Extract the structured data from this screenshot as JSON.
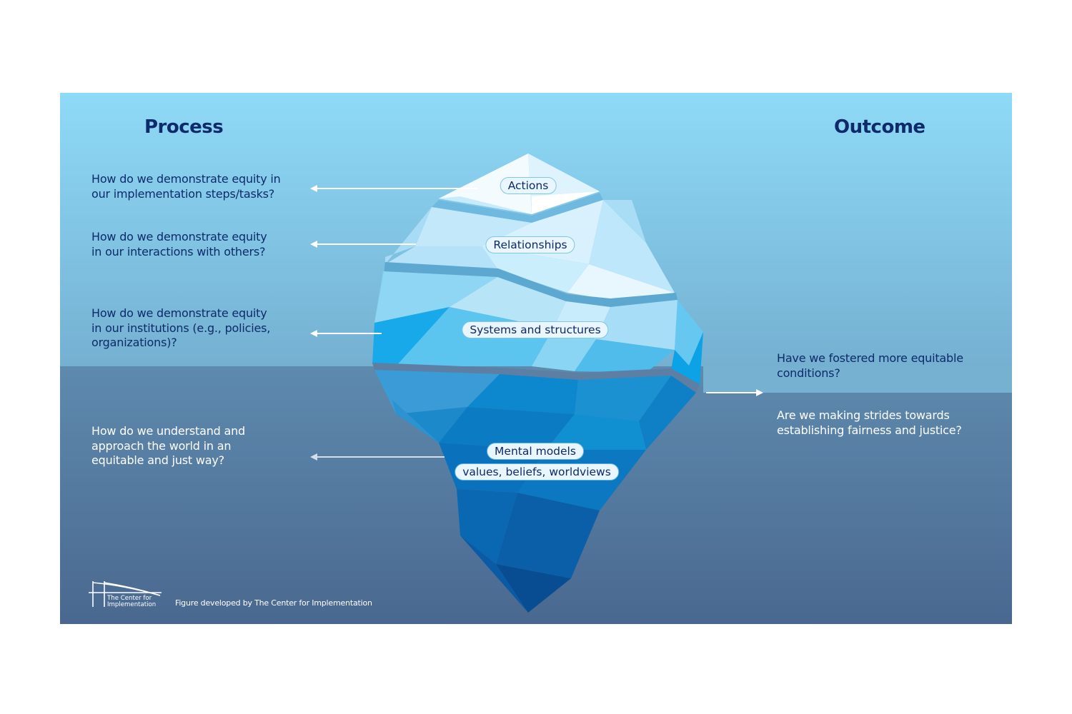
{
  "headings": {
    "process": "Process",
    "outcome": "Outcome"
  },
  "levels": [
    {
      "label": "Actions",
      "question": "How do we demonstrate equity in\nour implementation steps/tasks?"
    },
    {
      "label": "Relationships",
      "question": "How do we demonstrate equity\nin our interactions with others?"
    },
    {
      "label": "Systems and structures",
      "question": "How do we demonstrate equity\nin our institutions (e.g., policies,\norganizations)?"
    },
    {
      "label": "Mental models",
      "sublabel": "values, beliefs, worldviews",
      "question": "How do we understand and\napproach the world in an\nequitable and just way?"
    }
  ],
  "outcomes": [
    "Have we fostered more equitable\nconditions?",
    "Are we making strides towards\nestablishing fairness and justice?"
  ],
  "logo": {
    "text": "The Center for\nImplementation",
    "icon": "bridge-icon"
  },
  "credit": "Figure developed by The Center for Implementation",
  "colors": {
    "sky_top": "#8dd9f6",
    "sky_bottom": "#77b3d4",
    "water_top": "#5c87ab",
    "water_bottom": "#4a6a91",
    "heading": "#0d2a6b",
    "ice_light": "#eaf7fe",
    "ice_mid": "#55c3f0",
    "ice_deep": "#0a5fb0"
  }
}
